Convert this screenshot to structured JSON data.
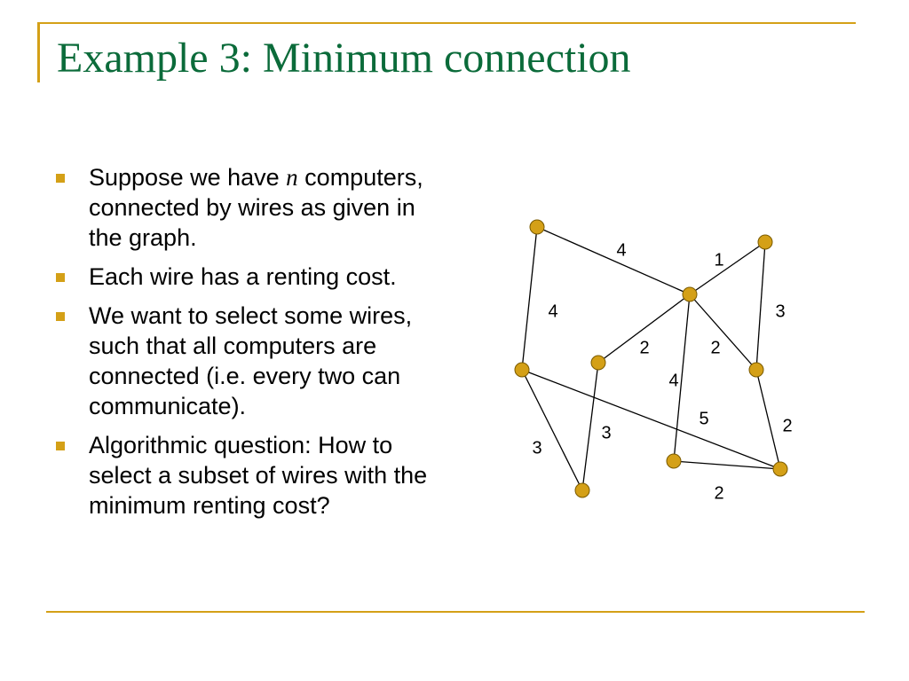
{
  "slide": {
    "title": "Example 3: Minimum connection",
    "bullets": [
      {
        "pre": "Suppose we have ",
        "var": "n",
        "post": " computers, connected by wires as given in the graph."
      },
      {
        "text": "Each wire has a renting cost."
      },
      {
        "text": "We want to select some wires, such that all computers are connected (i.e. every two can communicate)."
      },
      {
        "text": "Algorithmic question: How to select a subset of wires with the minimum renting cost?"
      }
    ]
  },
  "graph": {
    "nodes": [
      {
        "id": "a"
      },
      {
        "id": "b"
      },
      {
        "id": "c"
      },
      {
        "id": "d"
      },
      {
        "id": "e"
      },
      {
        "id": "f"
      },
      {
        "id": "g"
      },
      {
        "id": "h"
      },
      {
        "id": "i"
      }
    ],
    "edges": [
      {
        "from": "a",
        "to": "c",
        "weight": "4"
      },
      {
        "from": "b",
        "to": "c",
        "weight": "1"
      },
      {
        "from": "a",
        "to": "e",
        "weight": "4"
      },
      {
        "from": "b",
        "to": "f",
        "weight": "3"
      },
      {
        "from": "c",
        "to": "d",
        "weight": "2"
      },
      {
        "from": "c",
        "to": "f",
        "weight": "2"
      },
      {
        "from": "c",
        "to": "g",
        "weight": "4"
      },
      {
        "from": "e",
        "to": "i",
        "weight": "5"
      },
      {
        "from": "f",
        "to": "i",
        "weight": "2"
      },
      {
        "from": "e",
        "to": "h",
        "weight": "3"
      },
      {
        "from": "d",
        "to": "h",
        "weight": "3"
      },
      {
        "from": "g",
        "to": "i",
        "weight": "2"
      }
    ],
    "colors": {
      "node": "#d4a017",
      "edge": "#000000"
    }
  },
  "theme": {
    "title_color": "#0b6b3a",
    "accent": "#d4a017"
  }
}
